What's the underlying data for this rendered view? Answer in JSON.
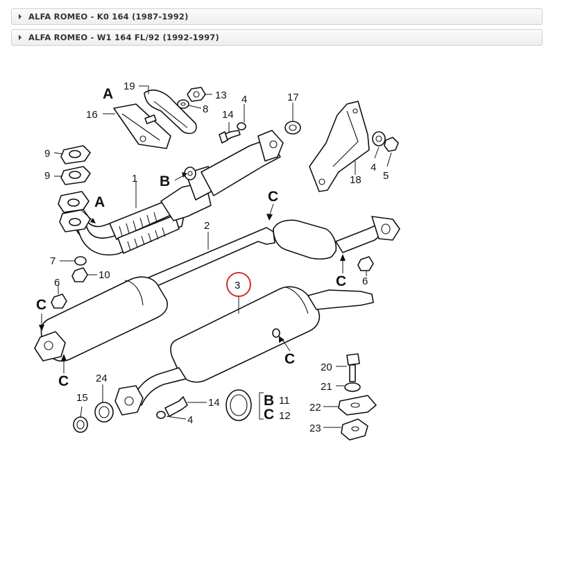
{
  "accordion": [
    {
      "label": "ALFA ROMEO - K0 164 (1987-1992)"
    },
    {
      "label": "ALFA ROMEO - W1 164 FL/92 (1992-1997)"
    }
  ],
  "diagram": {
    "numbers": {
      "n1": "1",
      "n2": "2",
      "n3": "3",
      "n4a": "4",
      "n4b": "4",
      "n4c": "4",
      "n5": "5",
      "n6a": "6",
      "n6b": "6",
      "n7": "7",
      "n8": "8",
      "n9a": "9",
      "n9b": "9",
      "n10": "10",
      "n11": "11",
      "n12": "12",
      "n13": "13",
      "n14a": "14",
      "n14b": "14",
      "n15": "15",
      "n16": "16",
      "n17": "17",
      "n18": "18",
      "n19": "19",
      "n20": "20",
      "n21": "21",
      "n22": "22",
      "n23": "23",
      "n24": "24"
    },
    "letters": {
      "A1": "A",
      "A2": "A",
      "B1": "B",
      "B2": "B",
      "C1": "C",
      "C2": "C",
      "C3": "C",
      "C4": "C",
      "C5": "C",
      "C6": "C"
    },
    "highlight_color": "#d42a2a"
  }
}
